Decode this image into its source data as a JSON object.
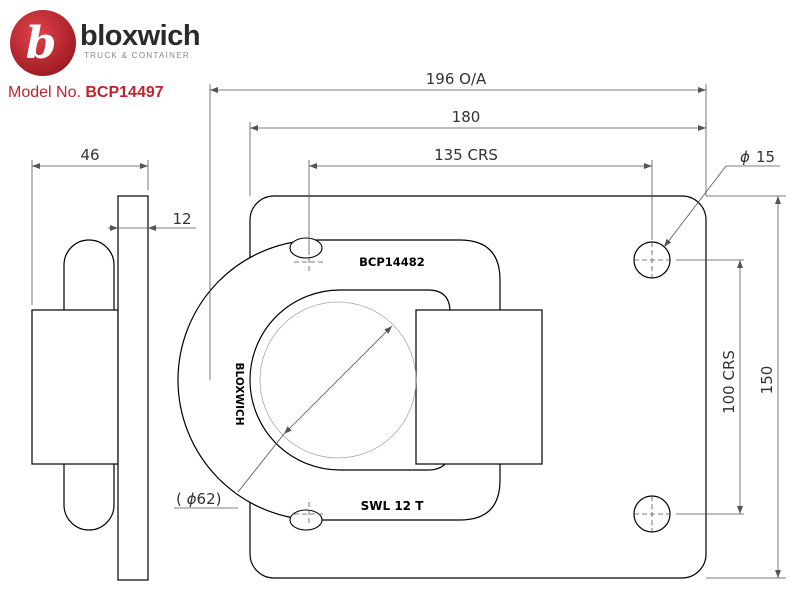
{
  "brand": {
    "name": "bloxwich",
    "subtitle": "TRUCK & CONTAINER",
    "logo_letter": "b",
    "logo_color": "#c0232c"
  },
  "model": {
    "label": "Model No.",
    "number": "BCP14497"
  },
  "dimensions": {
    "overall": "196 O/A",
    "width": "180",
    "hole_centres_x": "135 CRS",
    "hole_diameter": "15",
    "side_depth": "46",
    "plate_thickness": "12",
    "ring_diameter": "( 62)",
    "hole_centres_y": "100 CRS",
    "height": "150",
    "diameter_symbol": "ϕ"
  },
  "markings": {
    "part_number": "BCP14482",
    "ring_brand": "BLOXWICH",
    "swl": "SWL 12 T"
  },
  "colors": {
    "line": "#000000",
    "dim_line": "#555555",
    "accent": "#c0232c"
  }
}
